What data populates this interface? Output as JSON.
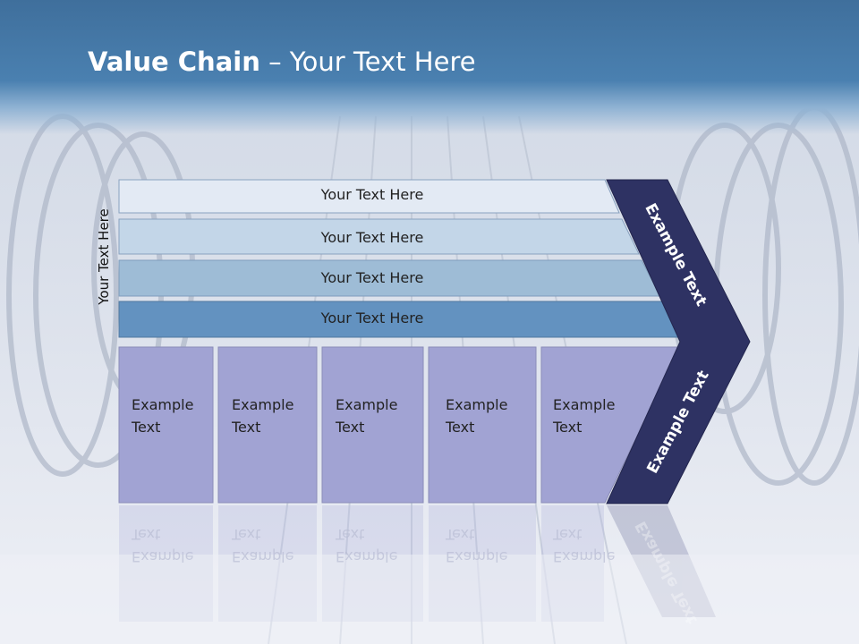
{
  "title": {
    "bold": "Value Chain",
    "rest": " – Your Text Here"
  },
  "side_label": "Your Text Here",
  "rows": [
    {
      "label": "Your Text Here"
    },
    {
      "label": "Your Text Here"
    },
    {
      "label": "Your Text Here"
    },
    {
      "label": "Your Text Here"
    }
  ],
  "activities": [
    {
      "line1": "Example",
      "line2": "Text"
    },
    {
      "line1": "Example",
      "line2": "Text"
    },
    {
      "line1": "Example",
      "line2": "Text"
    },
    {
      "line1": "Example",
      "line2": "Text"
    },
    {
      "line1": "Example",
      "line2": "Text"
    }
  ],
  "chevron": {
    "top_label": "Example Text",
    "bottom_label": "Example Text"
  },
  "colors": {
    "title_band": "#4a80b0",
    "row1": "#e3eaf4",
    "row2": "#c3d6e8",
    "row3": "#9ebcd6",
    "row4": "#6392c0",
    "activity": "#a1a3d3",
    "chevron": "#2e3263"
  }
}
